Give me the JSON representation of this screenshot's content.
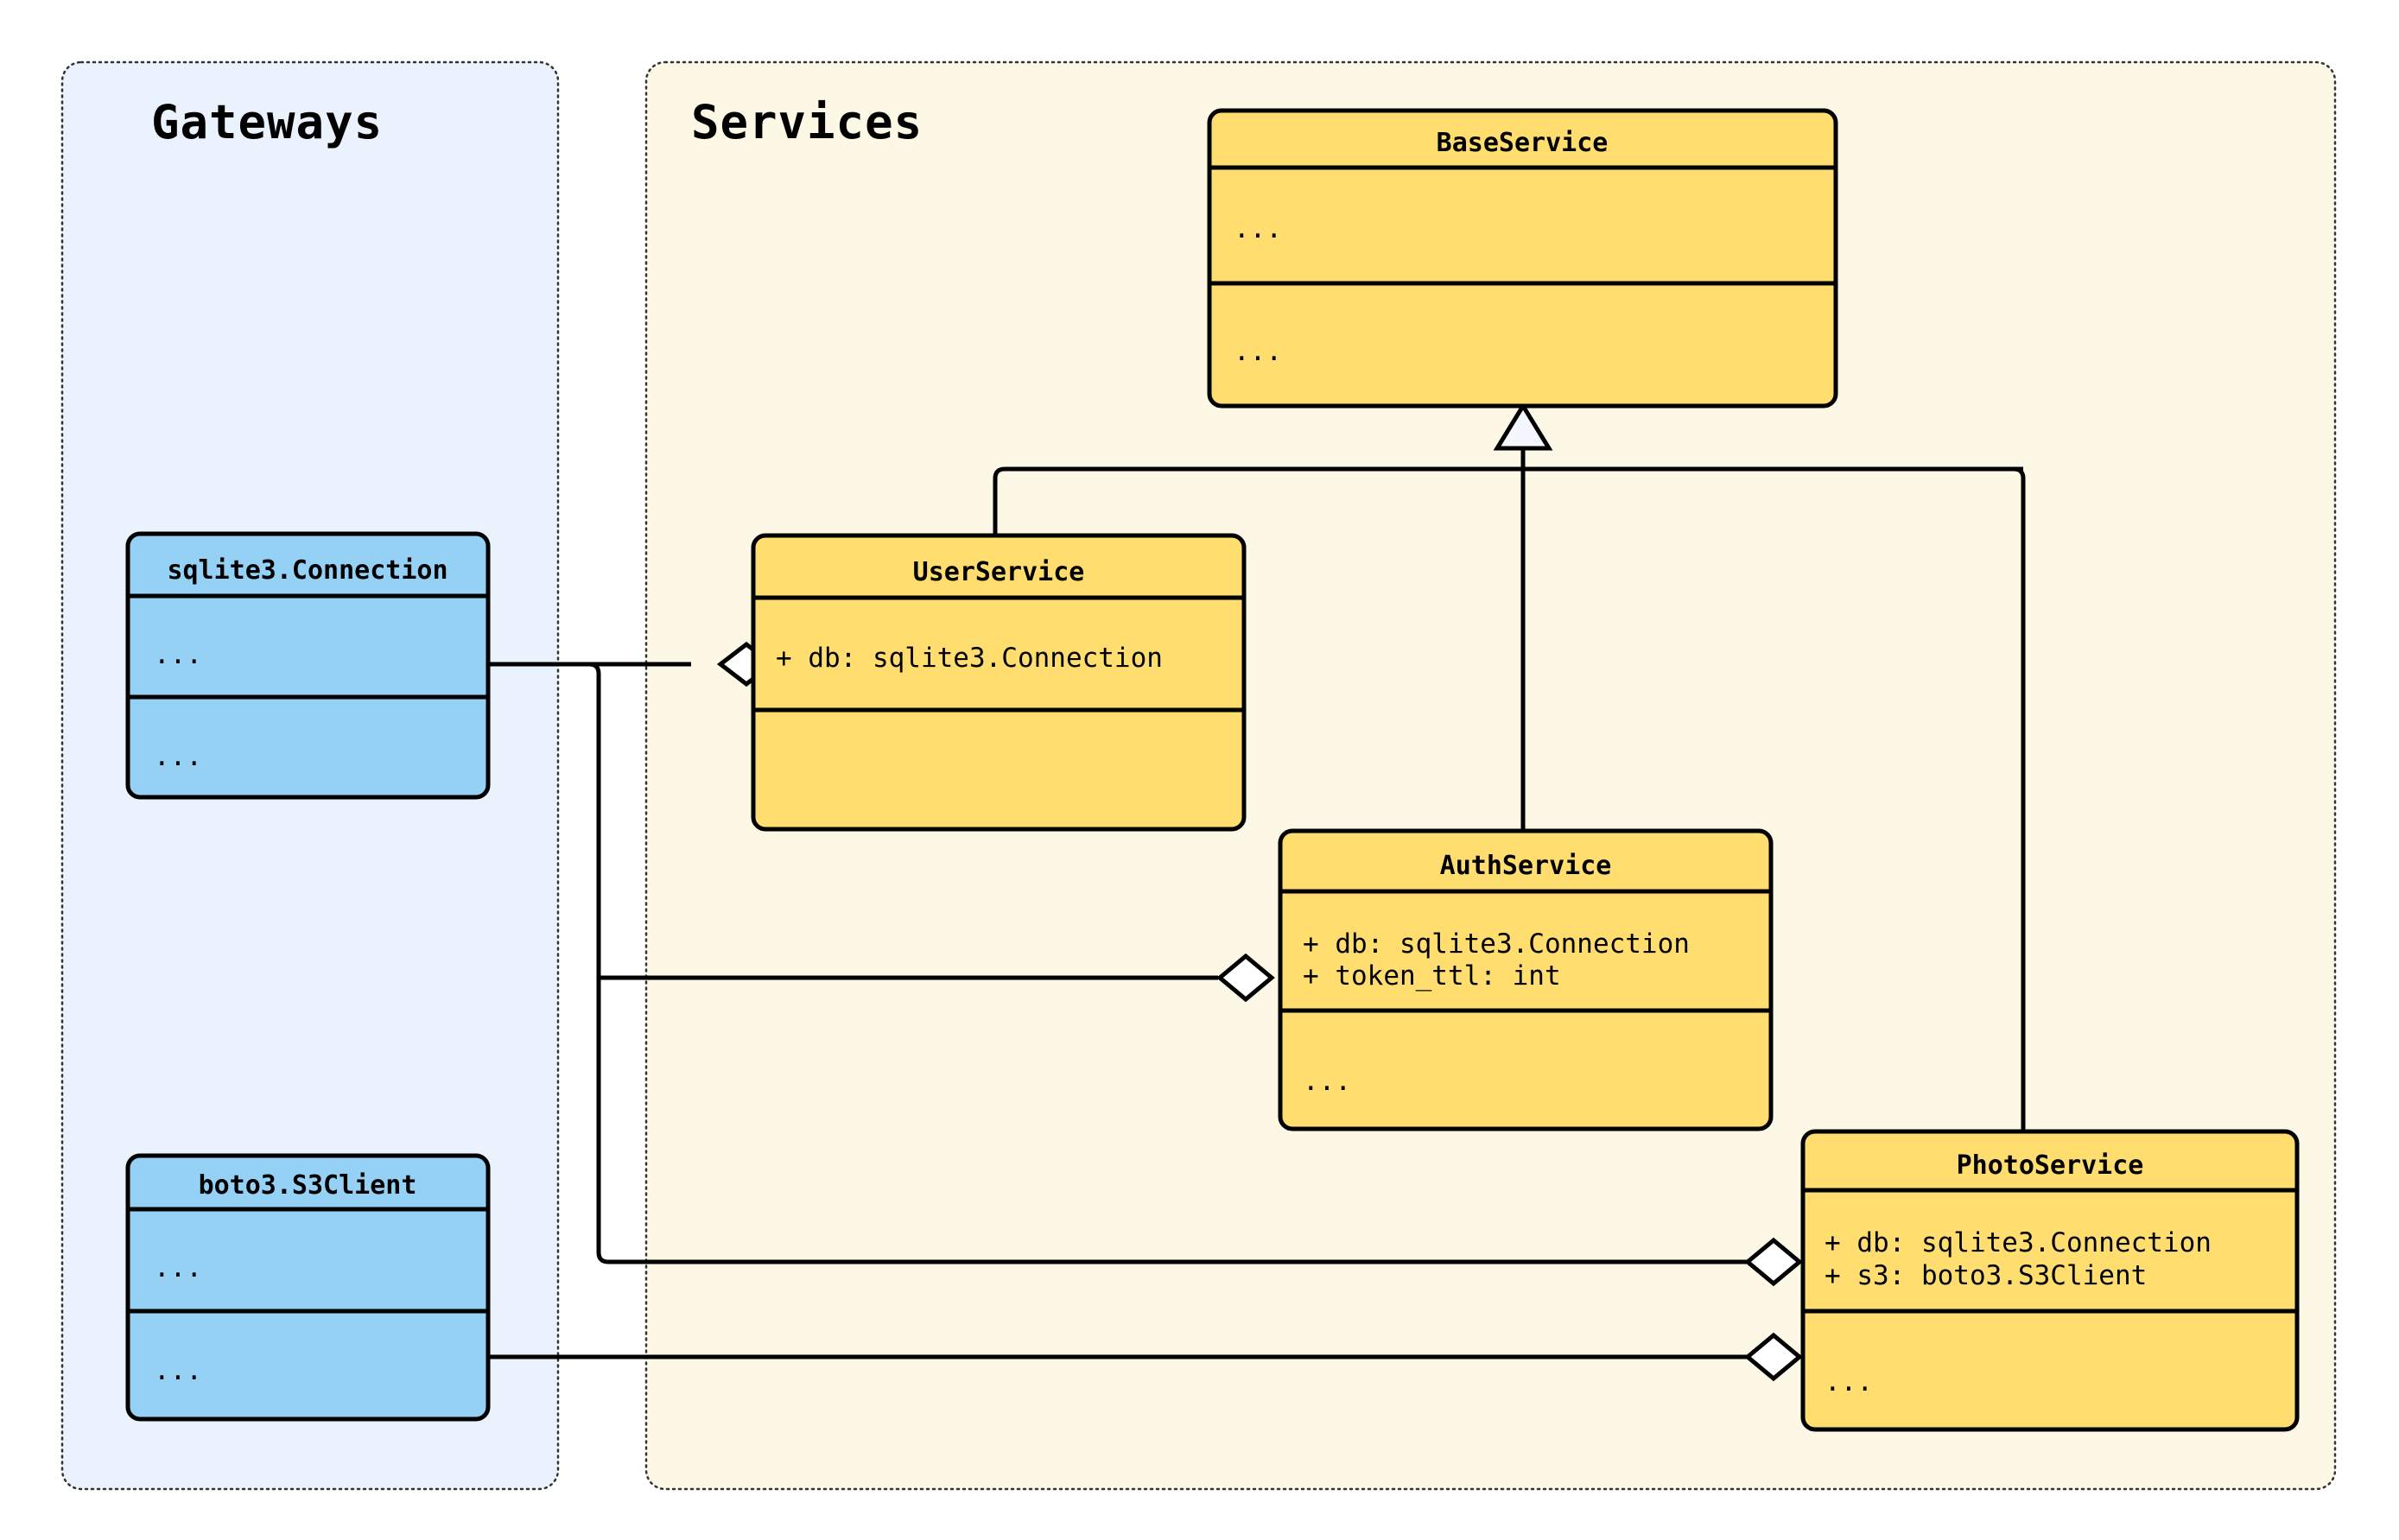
{
  "diagram": {
    "kind": "uml-class-diagram",
    "colors": {
      "gateway_panel_bg": "#eaf2fd",
      "service_panel_bg": "#fdf7e5",
      "gateway_class_fill": "#95d0f5",
      "service_class_fill": "#ffdd6e",
      "stroke": "#000000",
      "panel_border": "#333333",
      "generalization_head_fill": "#f5f7ff",
      "aggregation_diamond_fill": "#ffffff"
    },
    "packages": [
      {
        "id": "gateways",
        "title": "Gateways"
      },
      {
        "id": "services",
        "title": "Services"
      }
    ],
    "classes": [
      {
        "id": "sqlite3_connection",
        "name": "sqlite3.Connection",
        "package": "gateways",
        "attributes": [
          "..."
        ],
        "methods": [
          "..."
        ]
      },
      {
        "id": "boto3_s3client",
        "name": "boto3.S3Client",
        "package": "gateways",
        "attributes": [
          "..."
        ],
        "methods": [
          "..."
        ]
      },
      {
        "id": "baseservice",
        "name": "BaseService",
        "package": "services",
        "attributes": [
          "..."
        ],
        "methods": [
          "..."
        ]
      },
      {
        "id": "userservice",
        "name": "UserService",
        "package": "services",
        "attributes": [
          "+ db: sqlite3.Connection"
        ],
        "methods": []
      },
      {
        "id": "authservice",
        "name": "AuthService",
        "package": "services",
        "attributes": [
          "+ db: sqlite3.Connection",
          "+ token_ttl: int"
        ],
        "methods": [
          "..."
        ]
      },
      {
        "id": "photoservice",
        "name": "PhotoService",
        "package": "services",
        "attributes": [
          "+ db: sqlite3.Connection",
          "+ s3: boto3.S3Client"
        ],
        "methods": [
          "..."
        ]
      }
    ],
    "relationships": [
      {
        "type": "generalization",
        "from": "userservice",
        "to": "baseservice"
      },
      {
        "type": "generalization",
        "from": "authservice",
        "to": "baseservice"
      },
      {
        "type": "generalization",
        "from": "photoservice",
        "to": "baseservice"
      },
      {
        "type": "aggregation",
        "from": "userservice",
        "to": "sqlite3_connection"
      },
      {
        "type": "aggregation",
        "from": "authservice",
        "to": "sqlite3_connection"
      },
      {
        "type": "aggregation",
        "from": "photoservice",
        "to": "sqlite3_connection"
      },
      {
        "type": "aggregation",
        "from": "photoservice",
        "to": "boto3_s3client"
      }
    ]
  },
  "labels": {
    "gateways_title": "Gateways",
    "services_title": "Services",
    "sqlite3_connection_name": "sqlite3.Connection",
    "sqlite3_connection_attr_1": "...",
    "sqlite3_connection_method_1": "...",
    "boto3_s3client_name": "boto3.S3Client",
    "boto3_s3client_attr_1": "...",
    "boto3_s3client_method_1": "...",
    "baseservice_name": "BaseService",
    "baseservice_attr_1": "...",
    "baseservice_method_1": "...",
    "userservice_name": "UserService",
    "userservice_attr_1": "+ db: sqlite3.Connection",
    "authservice_name": "AuthService",
    "authservice_attr_1": "+ db: sqlite3.Connection",
    "authservice_attr_2": "+ token_ttl: int",
    "authservice_method_1": "...",
    "photoservice_name": "PhotoService",
    "photoservice_attr_1": "+ db: sqlite3.Connection",
    "photoservice_attr_2": "+ s3: boto3.S3Client",
    "photoservice_method_1": "..."
  }
}
